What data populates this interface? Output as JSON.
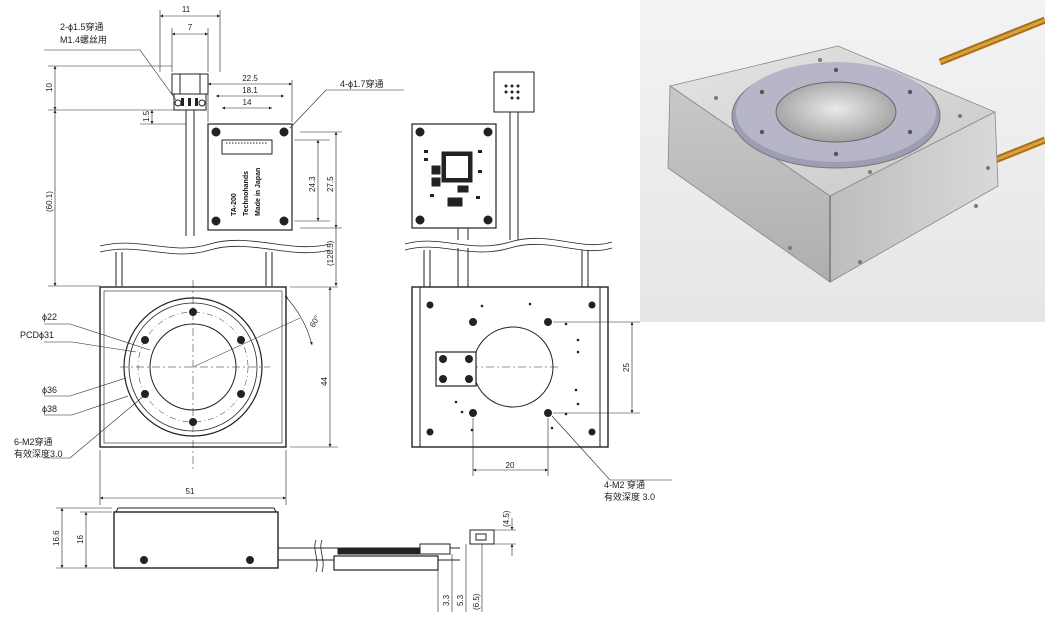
{
  "drawing": {
    "front_view": {
      "dims": {
        "connector_width": "11",
        "connector_inner": "7",
        "cable_len_top": "10",
        "cable_offset": "1.5",
        "cable_total": "(60.1)",
        "board_width": "22.5",
        "board_inner_a": "18.1",
        "board_inner_b": "14",
        "board_height_a": "24.3",
        "board_height_b": "27.5",
        "break_len": "(128.5)",
        "body_width": "51",
        "body_height": "44",
        "angle": "60°"
      },
      "notes": {
        "hole_a_1": "2-ϕ1.5穿通",
        "hole_a_2": "M1.4螺丝用",
        "hole_b": "4-ϕ1.7穿通",
        "d22": "ϕ22",
        "pcd": "PCDϕ31",
        "d36": "ϕ36",
        "d38": "ϕ38",
        "m2_1": "6-M2穿通",
        "m2_2": "有效深度3.0"
      },
      "pcb_text": {
        "model": "TA-200",
        "maker": "Technohands",
        "origin": "Made in Japan"
      }
    },
    "rear_view": {
      "dims": {
        "h_pitch": "20",
        "v_pitch": "25"
      },
      "notes": {
        "m2_1": "4-M2 穿通",
        "m2_2": "有效深度  3.0"
      }
    },
    "side_view": {
      "dims": {
        "h_total": "16.6",
        "h_body": "16",
        "d_a": "(4.5)",
        "d_b": "3.3",
        "d_c": "5.3",
        "d_d": "(6.5)"
      }
    }
  },
  "render": {
    "body_color": "#d4d4d4",
    "ring_color": "#a8a8bc",
    "cable_color": "#c98a1e"
  }
}
